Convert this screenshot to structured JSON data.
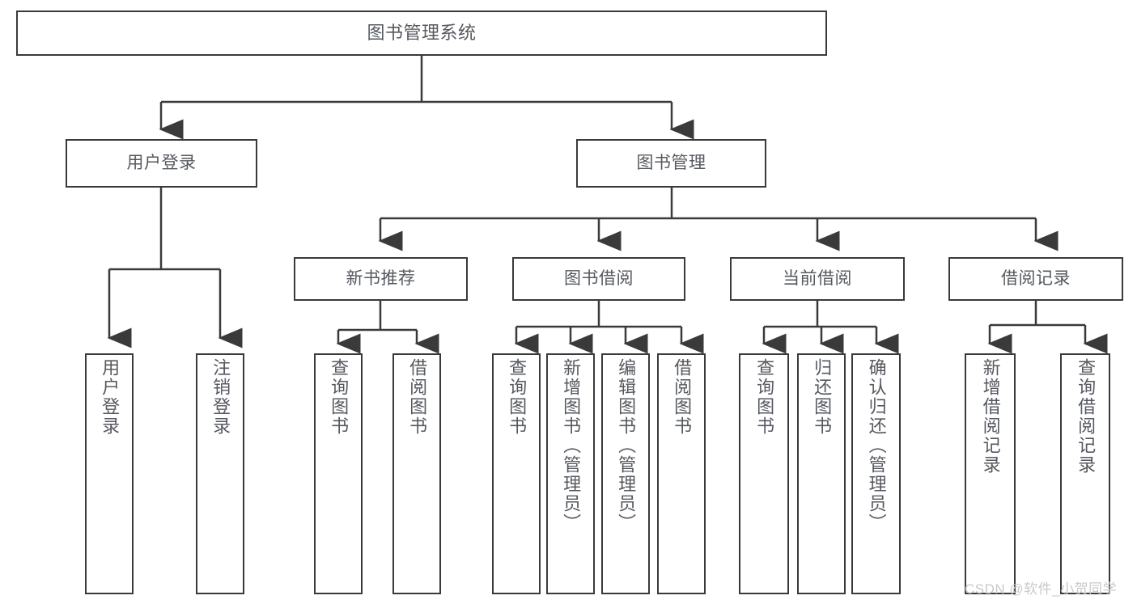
{
  "diagram": {
    "type": "hierarchy-tree",
    "title": "图书管理系统",
    "background_color": "#ffffff",
    "border_color": "#3a3a3a",
    "text_color": "#55595f"
  },
  "nodes": {
    "root": {
      "label": "图书管理系统"
    },
    "level2": [
      {
        "label": "用户登录"
      },
      {
        "label": "图书管理"
      }
    ],
    "level3": [
      {
        "label": "新书推荐"
      },
      {
        "label": "图书借阅"
      },
      {
        "label": "当前借阅"
      },
      {
        "label": "借阅记录"
      }
    ],
    "leaves": [
      {
        "label": "用户登录"
      },
      {
        "label": "注销登录"
      },
      {
        "label": "查询图书"
      },
      {
        "label": "借阅图书"
      },
      {
        "label": "查询图书"
      },
      {
        "label": "新增图书（管理员）"
      },
      {
        "label": "编辑图书（管理员）"
      },
      {
        "label": "借阅图书"
      },
      {
        "label": "查询图书"
      },
      {
        "label": "归还图书"
      },
      {
        "label": "确认归还（管理员）"
      },
      {
        "label": "新增借阅记录"
      },
      {
        "label": "查询借阅记录"
      }
    ]
  },
  "watermark": {
    "text": "CSDN @软件_小贺同学"
  }
}
